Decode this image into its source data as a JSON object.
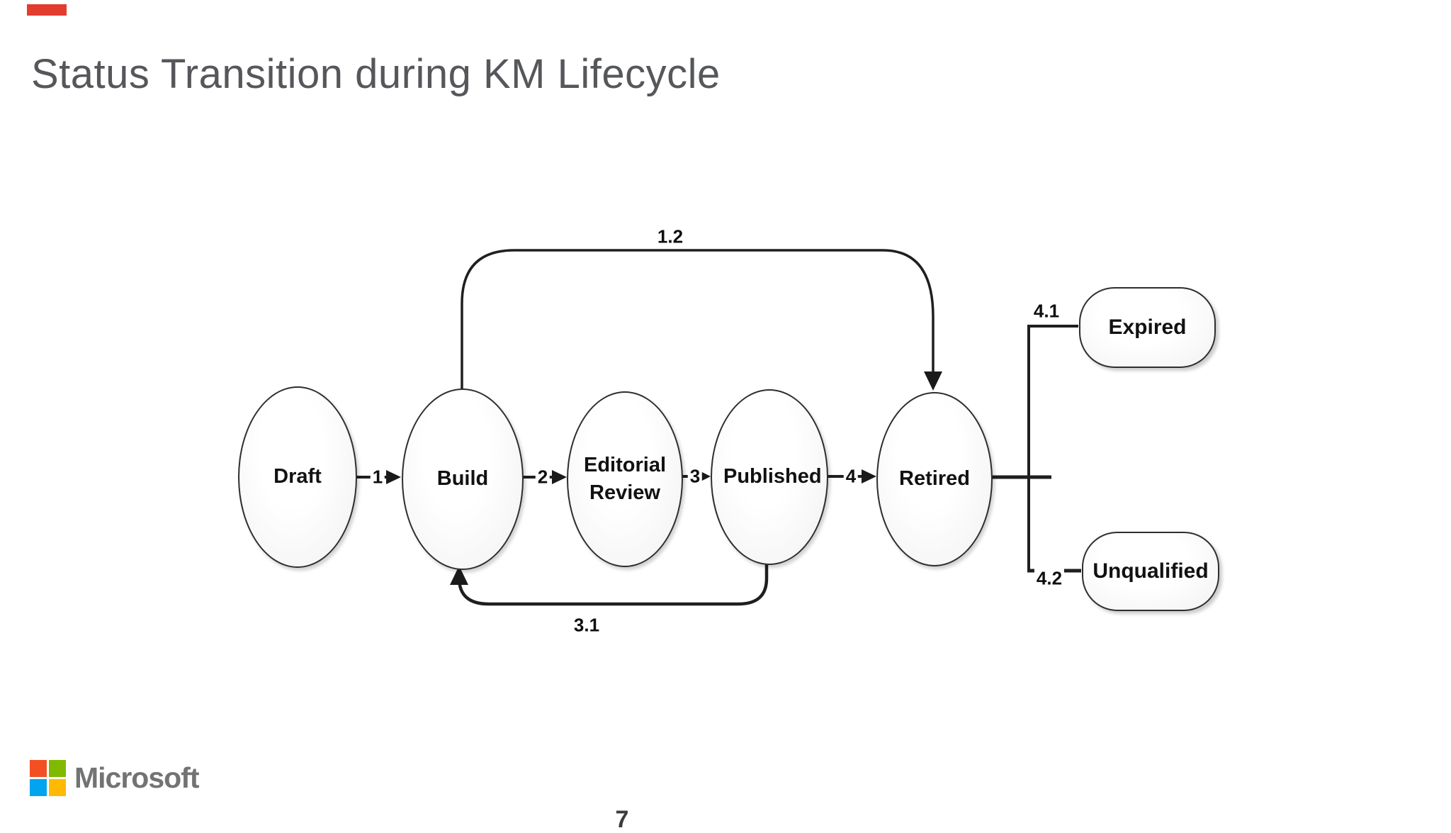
{
  "slide": {
    "title": "Status Transition during KM Lifecycle",
    "page_number": "7"
  },
  "indicator": {
    "color": "#e23d2e"
  },
  "diagram": {
    "nodes": [
      {
        "id": "draft",
        "label": "Draft",
        "shape": "ellipse"
      },
      {
        "id": "build",
        "label": "Build",
        "shape": "ellipse"
      },
      {
        "id": "editorial-review",
        "label": "Editorial Review",
        "shape": "ellipse"
      },
      {
        "id": "published",
        "label": "Published",
        "shape": "ellipse"
      },
      {
        "id": "retired",
        "label": "Retired",
        "shape": "ellipse"
      },
      {
        "id": "expired",
        "label": "Expired",
        "shape": "rounded-rect"
      },
      {
        "id": "unqualified",
        "label": "Unqualified",
        "shape": "rounded-rect"
      }
    ],
    "edges": [
      {
        "from": "Draft",
        "to": "Build",
        "label": "1"
      },
      {
        "from": "Build",
        "to": "Editorial Review",
        "label": "2"
      },
      {
        "from": "Editorial Review",
        "to": "Published",
        "label": "3"
      },
      {
        "from": "Published",
        "to": "Retired",
        "label": "4"
      },
      {
        "from": "Build",
        "to": "Retired",
        "label": "1.2"
      },
      {
        "from": "Published",
        "to": "Build",
        "label": "3.1"
      },
      {
        "from": "Retired",
        "to": "Expired",
        "label": "4.1"
      },
      {
        "from": "Retired",
        "to": "Unqualified",
        "label": "4.2"
      }
    ],
    "line_color": "#1f1f1f"
  },
  "footer": {
    "brand": "Microsoft",
    "logo_colors": {
      "top_left": "#f25022",
      "top_right": "#7fba00",
      "bottom_left": "#00a4ef",
      "bottom_right": "#ffb900"
    },
    "wordmark_color": "#737373"
  }
}
